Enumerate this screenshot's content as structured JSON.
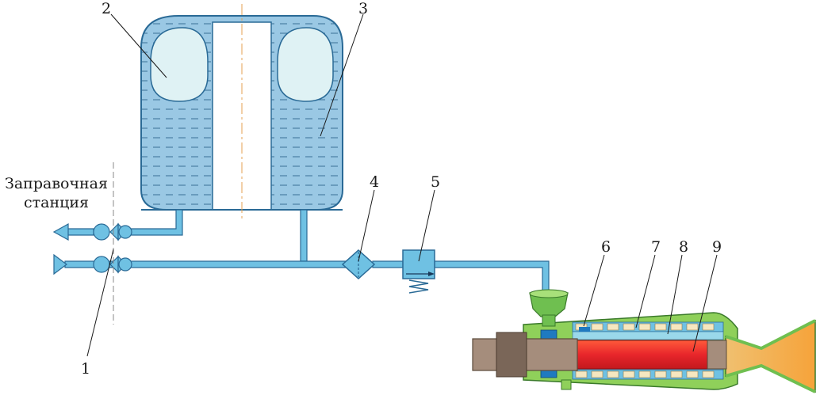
{
  "station_label": {
    "line1": "Заправочная",
    "line2": "станция"
  },
  "callouts": [
    "1",
    "2",
    "3",
    "4",
    "5",
    "6",
    "7",
    "8",
    "9"
  ],
  "colors": {
    "liquid": "#9ac8e4",
    "bladder": "#dff2f4",
    "pipe": "#6fc1e3",
    "nozzle_orange": "#f6a33a",
    "grain_red": "#e8262b",
    "engine_green": "#8fd05a",
    "rod_brown": "#a58d7c"
  }
}
